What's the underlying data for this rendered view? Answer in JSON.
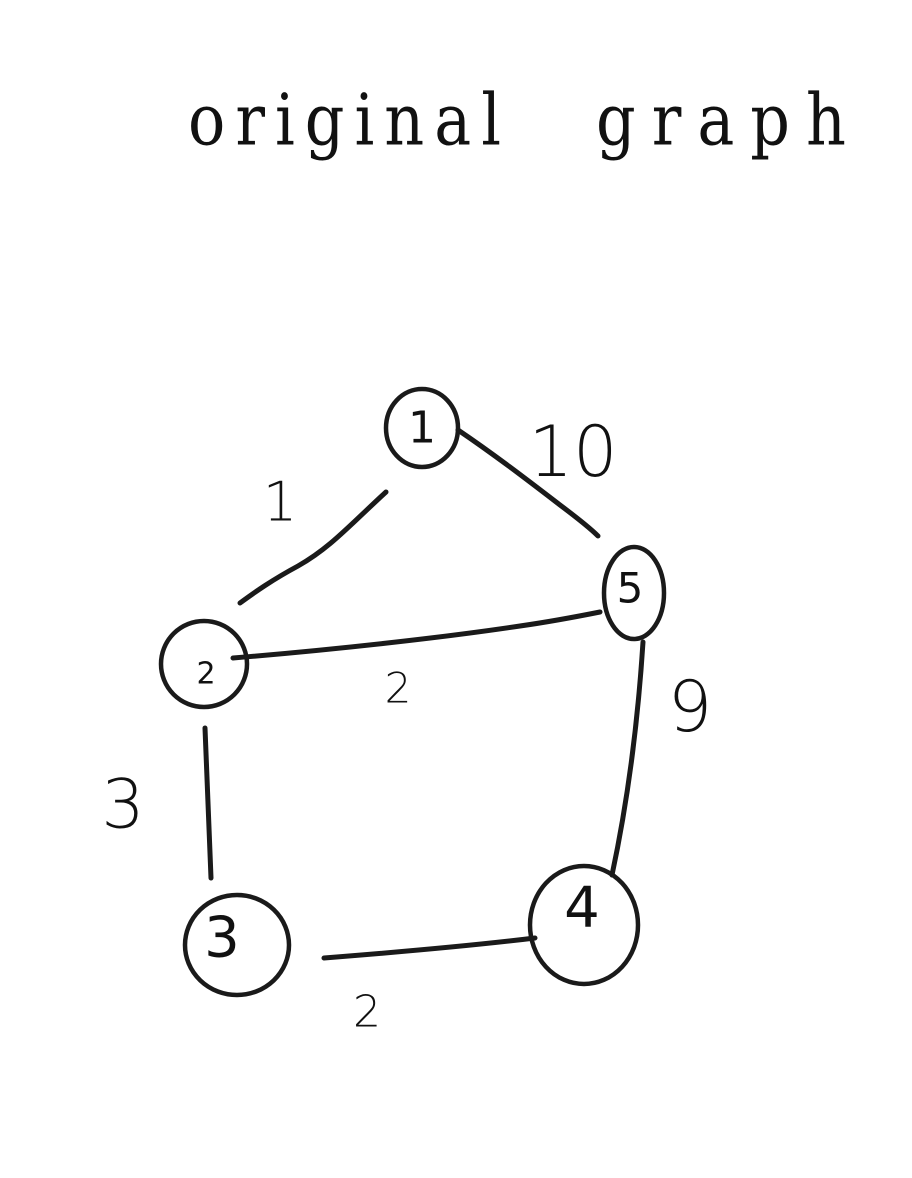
{
  "title": {
    "word1": "original",
    "word2": "graph"
  },
  "nodes": [
    {
      "id": "1",
      "label": "1"
    },
    {
      "id": "2",
      "label": "2"
    },
    {
      "id": "3",
      "label": "3"
    },
    {
      "id": "4",
      "label": "4"
    },
    {
      "id": "5",
      "label": "5"
    }
  ],
  "edges": [
    {
      "from": "1",
      "to": "2",
      "weight": "1"
    },
    {
      "from": "1",
      "to": "5",
      "weight": "10"
    },
    {
      "from": "2",
      "to": "5",
      "weight": "2"
    },
    {
      "from": "2",
      "to": "3",
      "weight": "3"
    },
    {
      "from": "3",
      "to": "4",
      "weight": "2"
    },
    {
      "from": "5",
      "to": "4",
      "weight": "9"
    }
  ]
}
